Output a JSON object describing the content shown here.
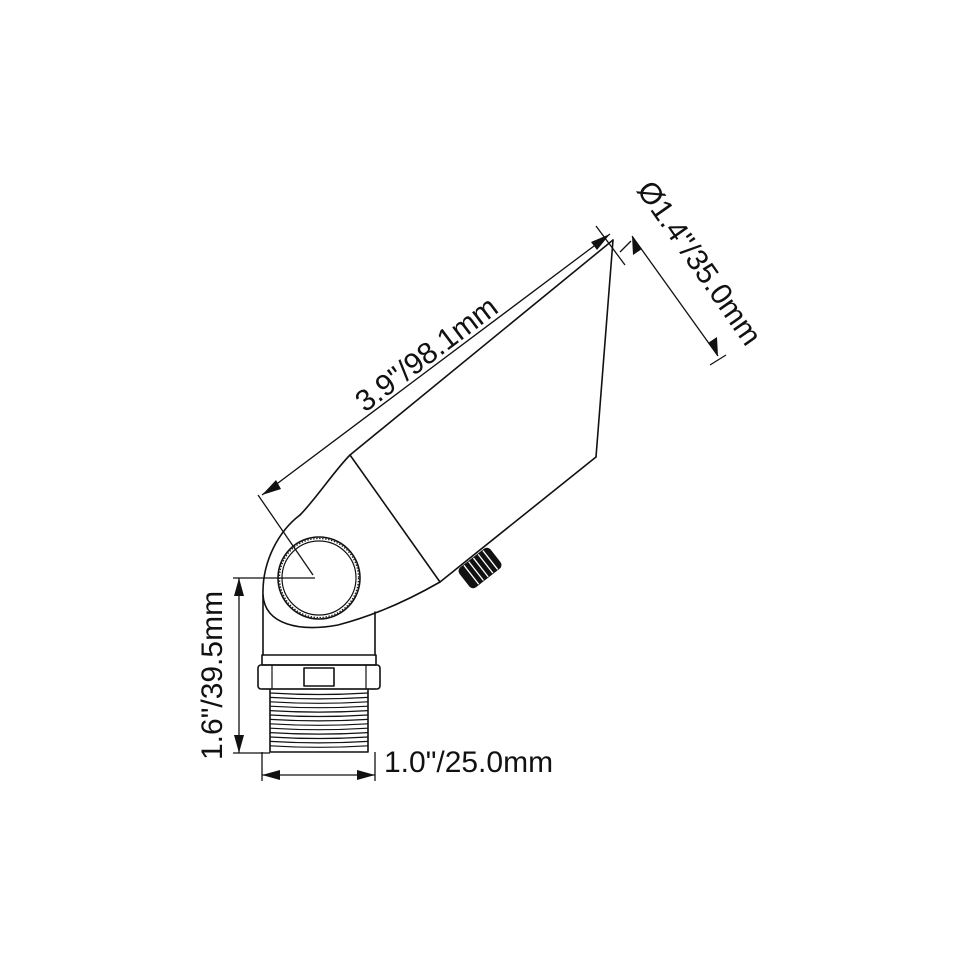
{
  "dimensions": {
    "length": "3.9\"/98.1mm",
    "diameter": "Ø1.4\"/35.0mm",
    "height": "1.6\"/39.5mm",
    "width": "1.0\"/25.0mm"
  },
  "colors": {
    "line": "#111111",
    "background": "#ffffff"
  }
}
